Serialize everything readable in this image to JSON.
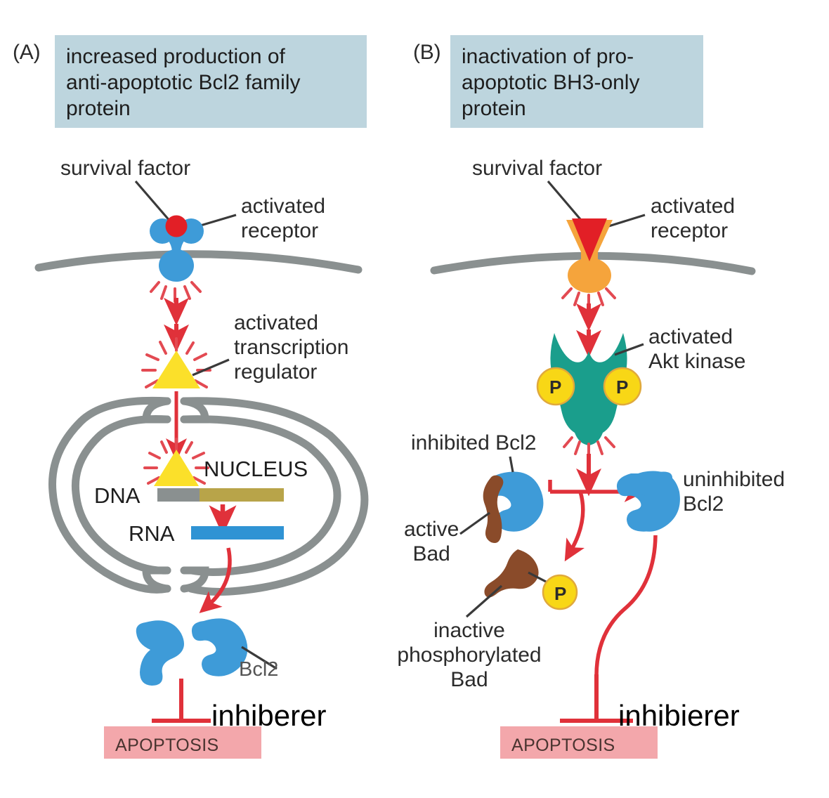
{
  "figure": {
    "title": "Two mechanisms by which survival factors suppress apoptosis",
    "background_color": "#ffffff"
  },
  "palette": {
    "header_box": "#bdd5de",
    "membrane_gray": "#8a9090",
    "receptor_blue": "#3e9bd8",
    "receptor_orange": "#f5a43c",
    "survival_factor_red": "#e21f26",
    "signal_red": "#e0313a",
    "triangle_yellow": "#fbe02a",
    "nucleus_gray": "#8a9090",
    "dna_gray": "#8a9090",
    "dna_tan": "#b8a449",
    "rna_blue": "#2f93d4",
    "bcl2_blue": "#3e9bd8",
    "bad_brown": "#8a4b2a",
    "akt_teal": "#1a9e8c",
    "phosphate_yellow": "#f8d716",
    "apoptosis_pink": "#f3a7ab",
    "label_text": "#2b2b2b",
    "annotation_text": "#000000"
  },
  "panels": [
    {
      "id": "A",
      "letter": "(A)",
      "header": "increased production of\nanti-apoptotic Bcl2 family\nprotein",
      "labels": {
        "survival_factor": "survival factor",
        "activated_receptor": "activated\nreceptor",
        "activated_transcription_regulator": "activated\ntranscription\nregulator",
        "nucleus": "NUCLEUS",
        "dna": "DNA",
        "rna": "RNA",
        "bcl2": "Bcl2",
        "apoptosis": "APOPTOSIS"
      },
      "annotation": "inhiberer"
    },
    {
      "id": "B",
      "letter": "(B)",
      "header": "inactivation of pro-\napoptotic BH3-only\nprotein",
      "labels": {
        "survival_factor": "survival factor",
        "activated_receptor": "activated\nreceptor",
        "activated_akt_kinase": "activated\nAkt kinase",
        "inhibited_bcl2": "inhibited Bcl2",
        "active_bad": "active\nBad",
        "uninhibited_bcl2": "uninhibited\nBcl2",
        "inactive_phosphorylated_bad": "inactive\nphosphorylated\nBad",
        "apoptosis": "APOPTOSIS",
        "phosphate_glyph": "P"
      },
      "annotation": "inhibierer"
    }
  ]
}
